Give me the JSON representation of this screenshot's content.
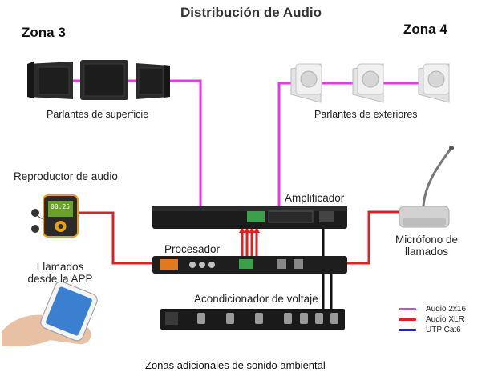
{
  "title": "Distribución de Audio",
  "zones": {
    "zone3": "Zona 3",
    "zone4": "Zona 4"
  },
  "labels": {
    "surface_speakers": "Parlantes de superficie",
    "outdoor_speakers": "Parlantes de exteriores",
    "audio_player": "Reproductor de audio",
    "app_calls_line1": "Llamados",
    "app_calls_line2": "desde la APP",
    "amplifier": "Amplificador",
    "processor": "Procesador",
    "voltage_conditioner": "Acondicionador de voltaje",
    "microphone_line1": "Micrófono de",
    "microphone_line2": "llamados",
    "player_screen": "00:25"
  },
  "legend": [
    {
      "label": "Audio 2x16",
      "color": "#ee33ee"
    },
    {
      "label": "Audio XLR",
      "color": "#e02020"
    },
    {
      "label": "UTP Cat6",
      "color": "#1a22cc"
    }
  ],
  "caption": "Zonas adicionales de sonido ambiental",
  "colors": {
    "speaker_cable": "#ee33ee",
    "xlr_cable": "#e02020",
    "utp_cable": "#1a22cc",
    "power_cable": "#111111"
  }
}
